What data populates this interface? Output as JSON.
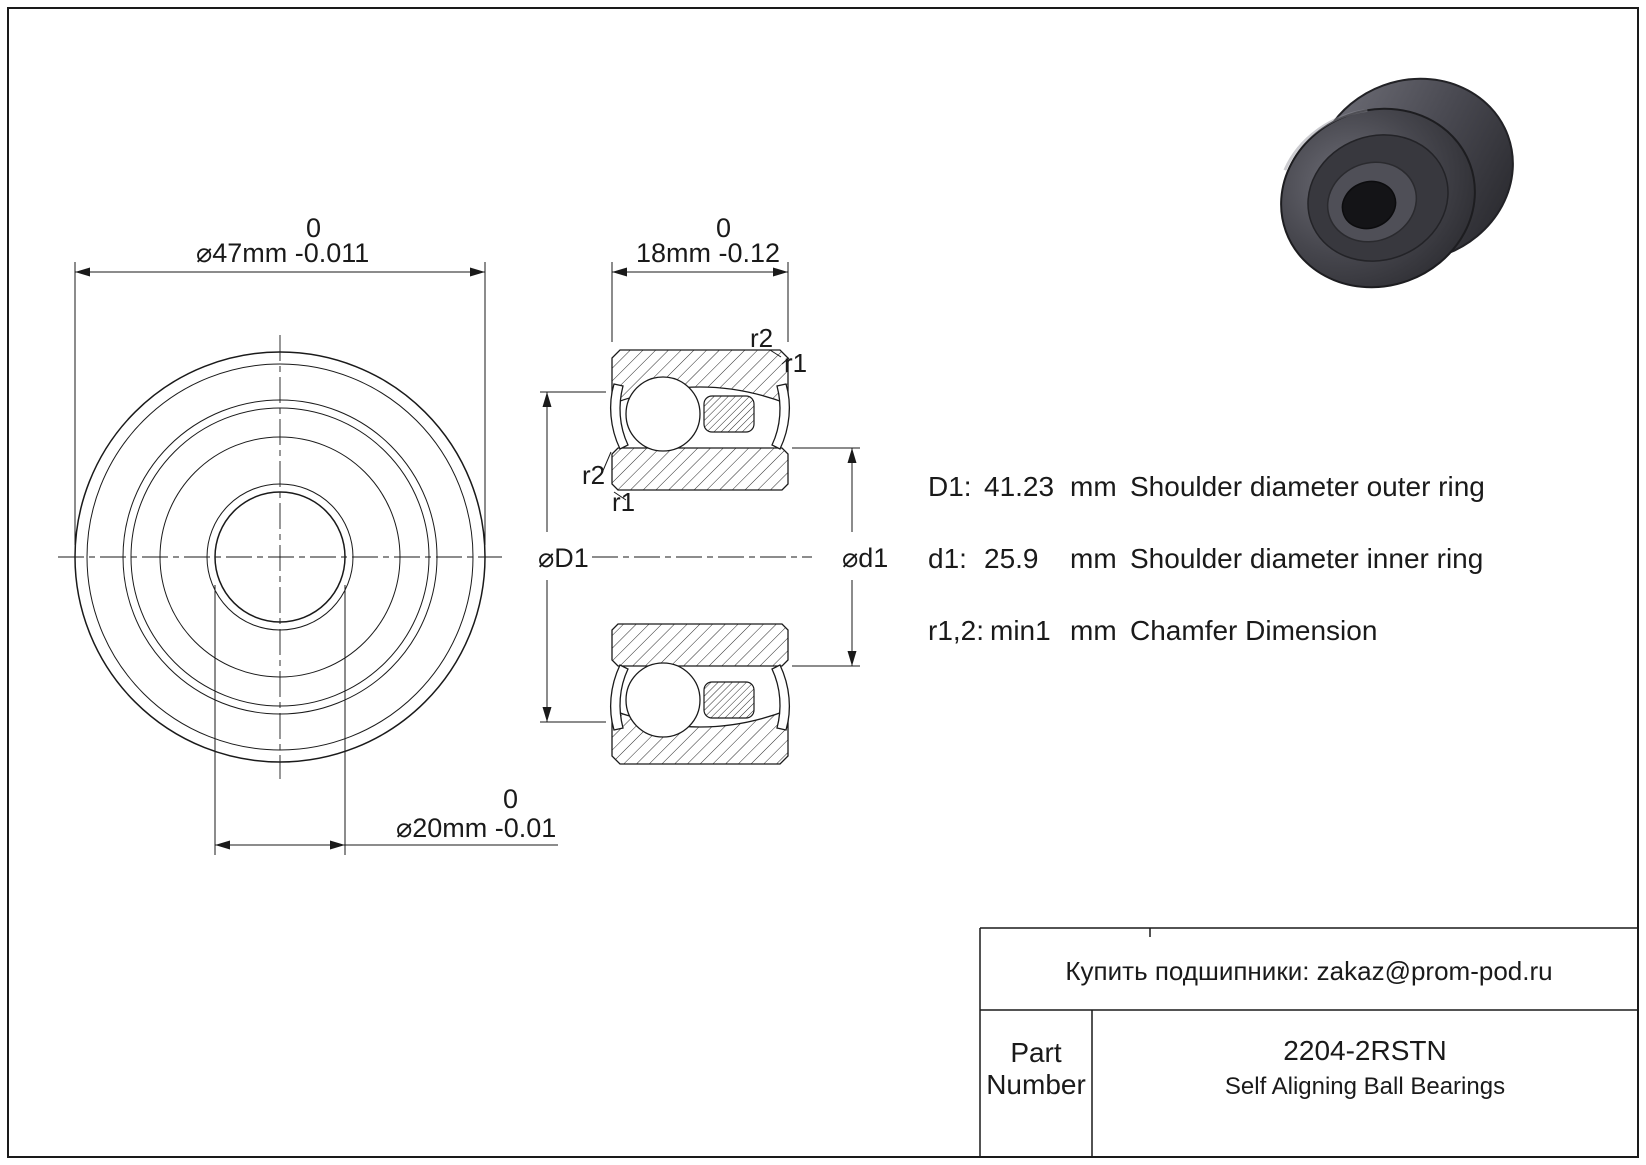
{
  "page": {
    "line_color": "#1a1a1a",
    "background": "#ffffff"
  },
  "drawing": {
    "front_view": {
      "outer_dim_tol": "0",
      "outer_dim": "⌀47mm -0.011",
      "bore_dim_tol": "0",
      "bore_dim": "⌀20mm -0.01"
    },
    "section_view": {
      "width_dim_tol": "0",
      "width_dim": "18mm -0.12",
      "label_D1": "⌀D1",
      "label_d1": "⌀d1",
      "label_r1": "r1",
      "label_r2": "r2"
    }
  },
  "specs": {
    "rows": [
      {
        "label": "D1:",
        "value": "41.23",
        "unit": "mm",
        "desc": "Shoulder diameter outer ring"
      },
      {
        "label": "d1:",
        "value": "25.9",
        "unit": "mm",
        "desc": "Shoulder diameter inner ring"
      },
      {
        "label": "r1,2:",
        "value": "min1",
        "unit": "mm",
        "desc": "Chamfer Dimension"
      }
    ]
  },
  "title_block": {
    "contact": "Купить подшипники: zakaz@prom-pod.ru",
    "part_label_line1": "Part",
    "part_label_line2": "Number",
    "part_number": "2204-2RSTN",
    "product_type": "Self Aligning Ball Bearings"
  }
}
